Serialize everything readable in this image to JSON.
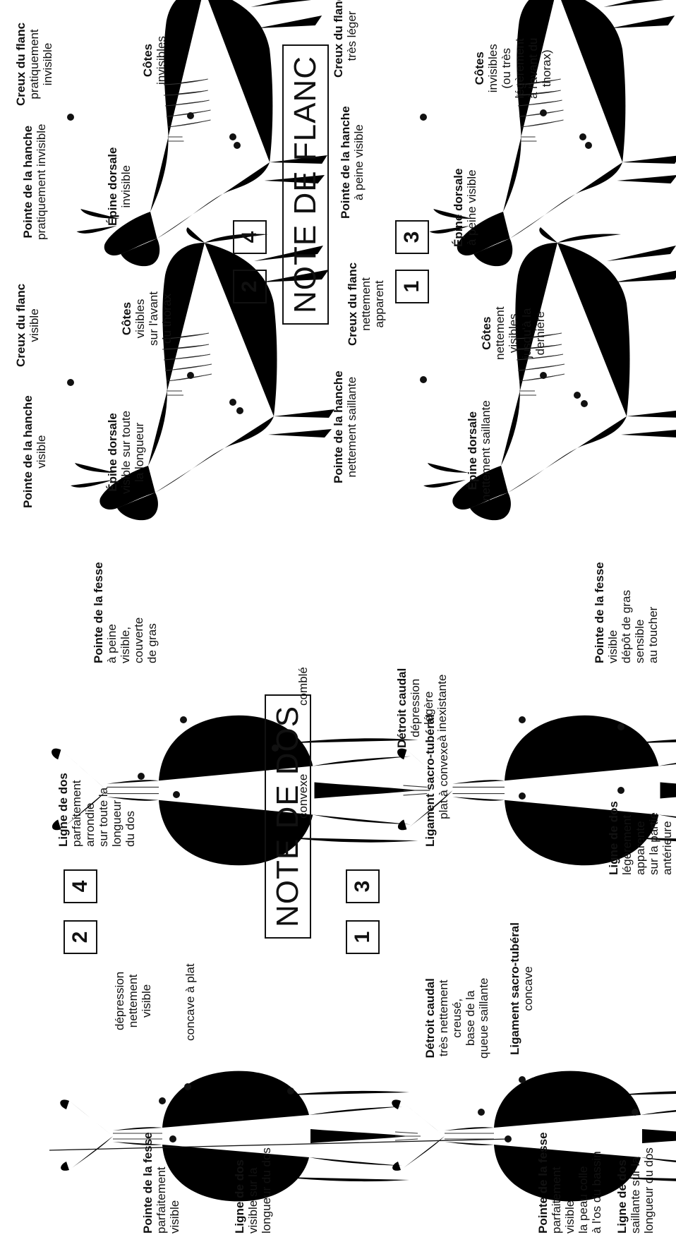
{
  "titles": {
    "dos": "NOTE DE DOS",
    "flanc": "NOTE DE FLANC"
  },
  "numbers": [
    "1",
    "2",
    "3",
    "4"
  ],
  "dos": {
    "ligament_header": "Ligament\nsacro-tubéral",
    "detroit_header": "Détroit caudal",
    "panel1": {
      "ligne_title": "Ligne de dos",
      "ligne_desc": "saillante sur la\nlongueur du dos",
      "pointe_title": "Pointe de\nla fesse",
      "pointe_desc": "parfaitement\nvisible\nla peau colle\nà l'os du bassin",
      "ligament_value": "concave",
      "detroit_value": "très nettement\ncreusé,\nbase de la\nqueue saillante"
    },
    "panel2": {
      "ligne_title": "Ligne de dos",
      "ligne_desc": "visible sur la\nlongueur du dos",
      "pointe_title": "Pointe de\nla fesse",
      "pointe_desc": "parfaitement\nvisible",
      "ligament_value": "concave à plat",
      "detroit_value": "dépression\nnettement\nvisible"
    },
    "panel3": {
      "ligne_title": "Ligne de dos",
      "ligne_desc": "légèrement\napparente\nsur la partie\nantérieure\ndu dos",
      "pointe_title": "Pointe de\nla fesse",
      "pointe_desc": "visible\ndépôt de gras\nsensible\nau toucher",
      "ligament_value": "plat à convexe",
      "detroit_value": "dépression\nlégère\nà inexistante"
    },
    "panel4": {
      "ligne_title": "Ligne de dos",
      "ligne_desc": "parfaitement\narrondie\nsur toute la\nlongueur\ndu dos",
      "pointe_title": "Pointe de\nla fesse",
      "pointe_desc": "à peine\nvisible,\ncouverte\nde gras",
      "ligament_value": "convexe",
      "detroit_value": "comblé"
    }
  },
  "flanc": {
    "panel1": {
      "epine_title": "Épine dorsale",
      "epine_desc": "nettement saillante",
      "hanche_title": "Pointe de la hanche",
      "hanche_desc": "nettement saillante",
      "creux_title": "Creux du flanc",
      "creux_desc": "nettement\napparent",
      "cotes_title": "Côtes",
      "cotes_desc": "nettement\nvisibles\njusqu'à la\ndernière"
    },
    "panel2": {
      "epine_title": "Épine dorsale",
      "epine_desc": "visible sur toute\nla longueur",
      "hanche_title": "Pointe de la hanche",
      "hanche_desc": "visible",
      "creux_title": "Creux du flanc",
      "creux_desc": "visible",
      "cotes_title": "Côtes",
      "cotes_desc": "visibles\nsur l'avant\ndu thorax"
    },
    "panel3": {
      "epine_title": "Épine dorsale",
      "epine_desc": "à peine visible",
      "hanche_title": "Pointe de la hanche",
      "hanche_desc": "à peine visible",
      "creux_title": "Creux du flanc",
      "creux_desc": "très léger",
      "cotes_title": "Côtes",
      "cotes_desc": "invisibles\n(ou très\nlégèrement\nà l'avant du\nthorax)"
    },
    "panel4": {
      "epine_title": "Épine dorsale",
      "epine_desc": "invisible",
      "hanche_title": "Pointe de la hanche",
      "hanche_desc": "pratiquement invisible",
      "creux_title": "Creux du flanc",
      "creux_desc": "pratiquement\ninvisible",
      "cotes_title": "Côtes",
      "cotes_desc": "invisibles"
    }
  }
}
